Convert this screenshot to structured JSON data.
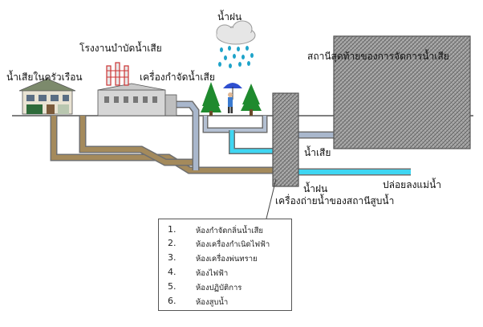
{
  "labels": {
    "rain": "น้ำฝน",
    "household": "น้ำเสียในครัวเรือน",
    "plant": "โรงงานบำบัดน้ำเสีย",
    "remover": "เครื่องกำจัดน้ำเสีย",
    "final_station": "สถานีสุดท้ายของการจัดการน้ำเสีย",
    "wastewater": "น้ำเสีย",
    "discharge": "ปล่อยลงแม่น้ำ",
    "rain_water": "น้ำฝน",
    "pump_station": "เครื่องถ่ายน้ำของสถานีสูบน้ำ"
  },
  "legend": [
    {
      "num": "1.",
      "text": "ห้องกำจัดกลิ่นน้ำเสีย"
    },
    {
      "num": "2.",
      "text": "ห้องเครื่องกำเนิดไฟฟ้า"
    },
    {
      "num": "3.",
      "text": "ห้องเครื่องพ่นทราย"
    },
    {
      "num": "4.",
      "text": "ห้องไฟฟ้า"
    },
    {
      "num": "5.",
      "text": "ห้องปฏิบัติการ"
    },
    {
      "num": "6.",
      "text": "ห้องสูบน้ำ"
    }
  ],
  "colors": {
    "pipe": "#9aaac0",
    "pipe_brown": "#a48a5c",
    "water": "#3fd6f2",
    "station": "#9e9e9e",
    "hatch": "#5a5a5a",
    "rain": "#1ea3c9",
    "tree": "#1f8a2e",
    "umbrella": "#2f4fd0"
  }
}
